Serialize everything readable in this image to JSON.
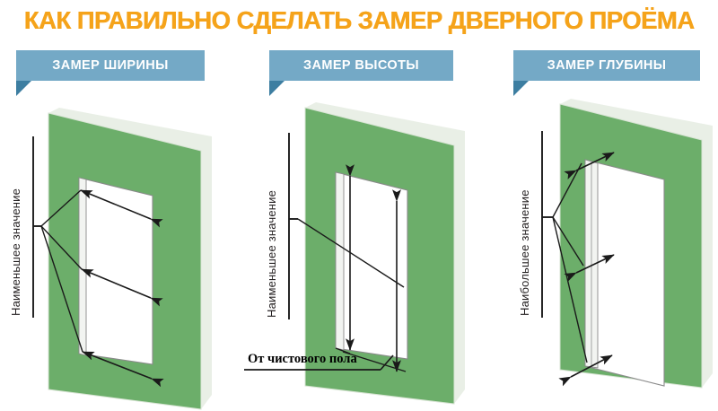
{
  "page": {
    "title": "КАК ПРАВИЛЬНО СДЕЛАТЬ ЗАМЕР ДВЕРНОГО ПРОЁМА",
    "background_color": "#FFFFFF",
    "title_color": "#F5A31A"
  },
  "colors": {
    "title_orange": "#F5A31A",
    "banner_blue": "#74A9C6",
    "banner_fold_blue": "#3D7EA1",
    "wall_green": "#6CAE6A",
    "wall_edge_light": "#E9EFE6",
    "opening_white": "#FFFFFF",
    "arrow_black": "#1A1A1A"
  },
  "banners": [
    {
      "id": "width",
      "label": "ЗАМЕР ШИРИНЫ"
    },
    {
      "id": "height",
      "label": "ЗАМЕР ВЫСОТЫ"
    },
    {
      "id": "depth",
      "label": "ЗАМЕР ГЛУБИНЫ"
    }
  ],
  "panels": [
    {
      "id": "width",
      "banner_label": "ЗАМЕР ШИРИНЫ",
      "axis_label": "Наименьшее значение",
      "measurement": "width",
      "measurement_count": 3,
      "measurement_positions": [
        "top",
        "middle",
        "bottom"
      ],
      "notes": ""
    },
    {
      "id": "height",
      "banner_label": "ЗАМЕР ВЫСОТЫ",
      "axis_label": "Наименьшее значение",
      "floor_label": "От чистового пола",
      "measurement": "height",
      "measurement_count": 2,
      "measurement_positions": [
        "left-jamb",
        "right-jamb"
      ],
      "notes": ""
    },
    {
      "id": "depth",
      "banner_label": "ЗАМЕР ГЛУБИНЫ",
      "axis_label": "Наибольшее значение",
      "measurement": "depth",
      "measurement_count": 3,
      "measurement_positions": [
        "top",
        "middle",
        "bottom"
      ],
      "notes": ""
    }
  ]
}
